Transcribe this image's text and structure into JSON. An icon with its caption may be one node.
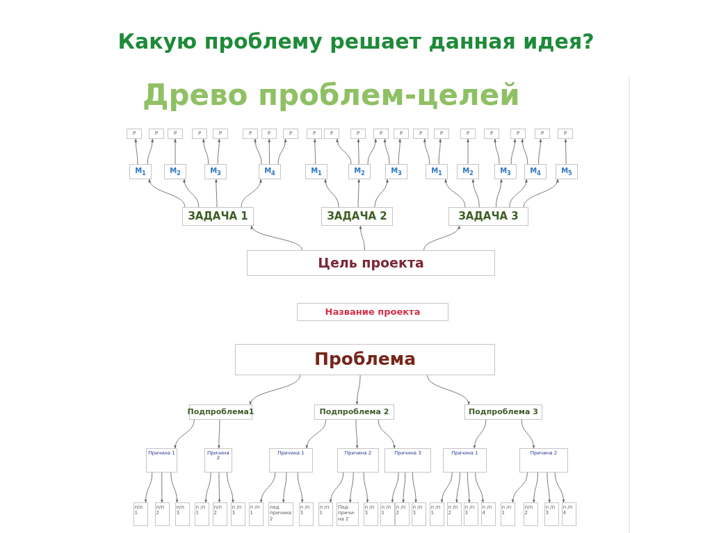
{
  "diagram": {
    "title": "Какую проблему решает данная идея?",
    "nodes": [
      {
        "text": [
          "Р"
        ]
      },
      {
        "text": [
          "Р"
        ]
      },
      {
        "text": [
          "Р"
        ]
      },
      {
        "text": [
          "Р"
        ]
      },
      {
        "text": [
          "Р"
        ]
      },
      {
        "text": [
          "Р"
        ]
      },
      {
        "text": [
          "Р"
        ]
      },
      {
        "text": [
          "Р"
        ]
      },
      {
        "text": [
          "Р"
        ]
      },
      {
        "text": [
          "Р"
        ]
      },
      {
        "text": [
          "Р"
        ]
      },
      {
        "text": [
          "Р"
        ]
      },
      {
        "text": [
          "Р"
        ]
      },
      {
        "text": [
          "Р"
        ]
      },
      {
        "text": [
          "Р"
        ]
      },
      {
        "text": [
          "Р"
        ]
      },
      {
        "text": [
          "Р"
        ]
      },
      {
        "text": [
          "Р"
        ]
      },
      {
        "text": [
          "Р"
        ]
      },
      {
        "text": [
          "Р"
        ]
      },
      {
        "text": [
          "М$_{1}$"
        ]
      },
      {
        "text": [
          "М$_{2}$"
        ]
      },
      {
        "text": [
          "М$_{3}$"
        ]
      },
      {
        "text": [
          "М$_{4}$"
        ]
      },
      {
        "text": [
          "М$_{1}$"
        ]
      },
      {
        "text": [
          "М$_{2}$"
        ]
      },
      {
        "text": [
          "М$_{3}$"
        ]
      },
      {
        "text": [
          "М$_{1}$"
        ]
      },
      {
        "text": [
          "М$_{2}$"
        ]
      },
      {
        "text": [
          "М$_{3}$"
        ]
      },
      {
        "text": [
          "М$_{4}$"
        ]
      },
      {
        "text": [
          "М$_{5}$"
        ]
      },
      {
        "text": [
          "ЗАДАЧА 1"
        ]
      },
      {
        "text": [
          "ЗАДАЧА 2"
        ]
      },
      {
        "text": [
          "ЗАДАЧА 3"
        ]
      },
      {
        "text": [
          "Цель проекта"
        ]
      },
      {
        "text": [
          "Название проекта"
        ]
      },
      {
        "text": [
          "Проблема"
        ]
      },
      {
        "text": [
          "Подпроблема1"
        ]
      },
      {
        "text": [
          "Подпроблема 2"
        ]
      },
      {
        "text": [
          "Подпроблема 3"
        ]
      },
      {
        "text": [
          "Причина 1"
        ]
      },
      {
        "text": [
          "Причина 2"
        ]
      },
      {
        "text": [
          "Причина 1"
        ]
      },
      {
        "text": [
          "Причина 2"
        ]
      },
      {
        "text": [
          "Причина 3"
        ]
      },
      {
        "text": [
          "Причина 1"
        ]
      },
      {
        "text": [
          "Причина 2"
        ]
      },
      {
        "text": [
          "п/п 1"
        ]
      },
      {
        "text": [
          "п/п 2"
        ]
      },
      {
        "text": [
          "п/п 3"
        ]
      },
      {
        "text": [
          "п /п 1"
        ]
      },
      {
        "text": [
          "п/п 2"
        ]
      },
      {
        "text": [
          "п /п 3"
        ]
      },
      {
        "text": [
          "п /п 1"
        ]
      },
      {
        "text": [
          "под причина 2"
        ]
      },
      {
        "text": [
          "п /п 3"
        ]
      },
      {
        "text": [
          "п /п 1"
        ]
      },
      {
        "text": [
          "Под- причи- на 2"
        ]
      },
      {
        "text": [
          "п /п 3"
        ]
      },
      {
        "text": [
          "п /п 1"
        ]
      },
      {
        "text": [
          "п /п 2"
        ]
      },
      {
        "text": [
          "п /п 3"
        ]
      },
      {
        "text": [
          "п /п 1"
        ]
      },
      {
        "text": [
          "п /п 2"
        ]
      },
      {
        "text": [
          "п /п 3"
        ]
      },
      {
        "text": [
          "п /п 4"
        ]
      },
      {
        "text": [
          "п /п 1"
        ]
      },
      {
        "text": [
          "п/п 2"
        ]
      },
      {
        "text": [
          "п /п 3"
        ]
      },
      {
        "text": [
          "п /п 4"
        ]
      }
    ],
    "edges": [
      {
        "from": 20,
        "to": 0,
        "arrow": "to"
      },
      {
        "from": 20,
        "to": 1,
        "arrow": "to"
      },
      {
        "from": 21,
        "to": 2,
        "arrow": "to"
      },
      {
        "from": 22,
        "to": 3,
        "arrow": "to"
      },
      {
        "from": 22,
        "to": 4,
        "arrow": "to"
      },
      {
        "from": 23,
        "to": 5,
        "arrow": "to"
      },
      {
        "from": 23,
        "to": 6,
        "arrow": "to"
      },
      {
        "from": 23,
        "to": 7,
        "arrow": "to"
      },
      {
        "from": 24,
        "to": 8,
        "arrow": "to"
      },
      {
        "from": 25,
        "to": 9,
        "arrow": "to"
      },
      {
        "from": 25,
        "to": 10,
        "arrow": "to"
      },
      {
        "from": 25,
        "to": 11,
        "arrow": "to"
      },
      {
        "from": 26,
        "to": 11,
        "arrow": "to"
      },
      {
        "from": 26,
        "to": 12,
        "arrow": "to"
      },
      {
        "from": 27,
        "to": 13,
        "arrow": "to"
      },
      {
        "from": 27,
        "to": 14,
        "arrow": "to"
      },
      {
        "from": 28,
        "to": 15,
        "arrow": "to"
      },
      {
        "from": 29,
        "to": 16,
        "arrow": "to"
      },
      {
        "from": 29,
        "to": 17,
        "arrow": "to"
      },
      {
        "from": 30,
        "to": 17,
        "arrow": "to"
      },
      {
        "from": 30,
        "to": 18,
        "arrow": "to"
      },
      {
        "from": 31,
        "to": 19,
        "arrow": "to"
      },
      {
        "from": 32,
        "to": 20,
        "arrow": "to"
      },
      {
        "from": 32,
        "to": 21,
        "arrow": "to"
      },
      {
        "from": 32,
        "to": 22,
        "arrow": "to"
      },
      {
        "from": 32,
        "to": 23,
        "arrow": "to"
      },
      {
        "from": 33,
        "to": 24,
        "arrow": "to"
      },
      {
        "from": 33,
        "to": 25,
        "arrow": "to"
      },
      {
        "from": 33,
        "to": 26,
        "arrow": "to"
      },
      {
        "from": 34,
        "to": 27,
        "arrow": "to"
      },
      {
        "from": 34,
        "to": 28,
        "arrow": "to"
      },
      {
        "from": 34,
        "to": 29,
        "arrow": "to"
      },
      {
        "from": 34,
        "to": 30,
        "arrow": "to"
      },
      {
        "from": 34,
        "to": 31,
        "arrow": "to"
      },
      {
        "from": 35,
        "to": 32,
        "arrow": "to"
      },
      {
        "from": 35,
        "to": 33,
        "arrow": "to"
      },
      {
        "from": 35,
        "to": 34,
        "arrow": "to"
      },
      {
        "from": 37,
        "to": 38,
        "arrow": "to"
      },
      {
        "from": 37,
        "to": 39,
        "arrow": "to"
      },
      {
        "from": 37,
        "to": 40,
        "arrow": "to"
      },
      {
        "from": 38,
        "to": 41,
        "arrow": "to"
      },
      {
        "from": 38,
        "to": 42,
        "arrow": "to"
      },
      {
        "from": 39,
        "to": 43,
        "arrow": "to"
      },
      {
        "from": 39,
        "to": 44,
        "arrow": "to"
      },
      {
        "from": 39,
        "to": 45,
        "arrow": "to"
      },
      {
        "from": 40,
        "to": 46,
        "arrow": "to"
      },
      {
        "from": 40,
        "to": 47,
        "arrow": "to"
      },
      {
        "from": 41,
        "to": 48,
        "arrow": "to"
      },
      {
        "from": 41,
        "to": 49,
        "arrow": "to"
      },
      {
        "from": 41,
        "to": 50,
        "arrow": "to"
      },
      {
        "from": 42,
        "to": 51,
        "arrow": "to"
      },
      {
        "from": 42,
        "to": 52,
        "arrow": "to"
      },
      {
        "from": 42,
        "to": 53,
        "arrow": "to"
      },
      {
        "from": 43,
        "to": 54,
        "arrow": "to"
      },
      {
        "from": 43,
        "to": 55,
        "arrow": "to"
      },
      {
        "from": 43,
        "to": 56,
        "arrow": "to"
      },
      {
        "from": 44,
        "to": 57,
        "arrow": "to"
      },
      {
        "from": 44,
        "to": 58,
        "arrow": "to"
      },
      {
        "from": 44,
        "to": 59,
        "arrow": "to"
      },
      {
        "from": 45,
        "to": 60,
        "arrow": "to"
      },
      {
        "from": 45,
        "to": 61,
        "arrow": "to"
      },
      {
        "from": 45,
        "to": 62,
        "arrow": "to"
      },
      {
        "from": 46,
        "to": 63,
        "arrow": "to"
      },
      {
        "from": 46,
        "to": 64,
        "arrow": "to"
      },
      {
        "from": 46,
        "to": 65,
        "arrow": "to"
      },
      {
        "from": 46,
        "to": 66,
        "arrow": "to"
      },
      {
        "from": 47,
        "to": 67,
        "arrow": "to"
      },
      {
        "from": 47,
        "to": 68,
        "arrow": "to"
      },
      {
        "from": 47,
        "to": 69,
        "arrow": "to"
      },
      {
        "from": 47,
        "to": 70,
        "arrow": "to"
      }
    ],
    "labels": [
      "Древо проблем-целей"
    ]
  }
}
